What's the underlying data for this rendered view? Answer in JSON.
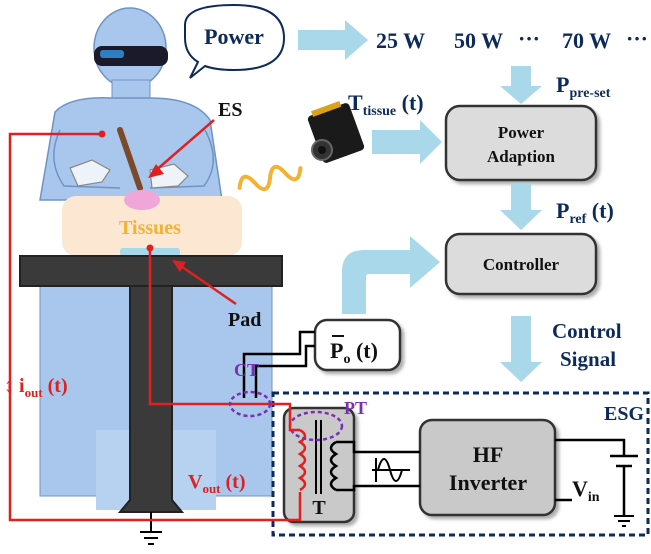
{
  "bubble": {
    "label": "Power"
  },
  "power_levels": {
    "a": "25 W",
    "b": "50 W",
    "dots1": "···",
    "c": "70 W",
    "dots2": "···"
  },
  "p_preset": {
    "main": "P",
    "sub": "pre-set"
  },
  "p_ref": {
    "main": "P",
    "sub": "ref",
    "tail": " (t)"
  },
  "t_tissue": {
    "main": "T",
    "sub": "tissue",
    "tail": " (t)"
  },
  "power_adaption": {
    "line1": "Power",
    "line2": "Adaption"
  },
  "controller": {
    "label": "Controller"
  },
  "control_signal": {
    "line1": "Control",
    "line2": "Signal"
  },
  "po": {
    "main": "P",
    "sub": "o",
    "tail": " (t)"
  },
  "labels": {
    "es": "ES",
    "tissues": "Tissues",
    "pad": "Pad",
    "ct": "CT",
    "pt": "PT",
    "esg": "ESG",
    "t": "T",
    "hf1": "HF",
    "hf2": "Inverter",
    "vin_main": "V",
    "vin_sub": "in",
    "iout_arrow": "↕",
    "iout_main": " i",
    "iout_sub": "out",
    "iout_tail": " (t)",
    "vout_main": "V",
    "vout_sub": "out",
    "vout_tail": " (t)"
  },
  "colors": {
    "navy": "#0d2a5c",
    "arrow": "#a8d8ea",
    "red": "#e02020",
    "purple": "#7b2fb3",
    "surgeon": "#a9c7ec",
    "table": "#3a3a3a",
    "tissue": "#fbe7d2",
    "tissue_text": "#f2b233",
    "box": "#c9c9c9"
  }
}
